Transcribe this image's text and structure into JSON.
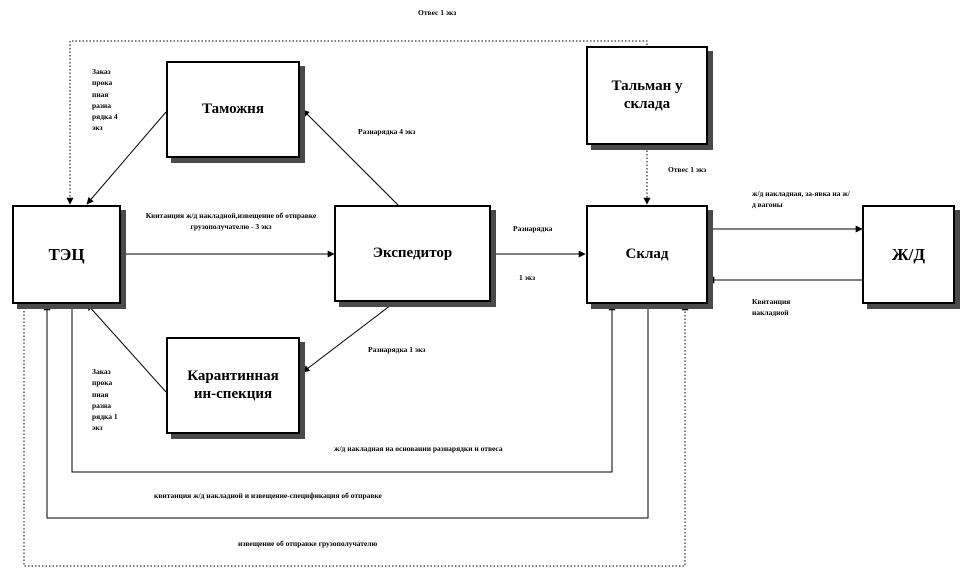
{
  "nodes": {
    "tec": "ТЭЦ",
    "customs": "Таможня",
    "expeditor": "Экспедитор",
    "quarantine": "Карантинная ин-спекция",
    "tallyman": "Тальман у склада",
    "warehouse": "Склад",
    "rail": "Ж/Д"
  },
  "labels": {
    "top_otves": "Отвес 1 экз",
    "customs_order": "Заказ прока пная разна рядка 4 экз",
    "razn_customs": "Разнарядка 4 экз",
    "invoice_tec": "Квитанция ж/д накладной,извещение об отправке грузополучателю - 3 экз",
    "otves_tallyman": "Отвес 1 экз",
    "razn_wh": "Разнарядка",
    "one_copy": "1 экз",
    "rail_invoice": "ж/д накладная, за-явка на ж/д вагоны",
    "receipt_rail": "Квитанция накладной",
    "razn_quarantine": "Разнарядка 1 экз",
    "quarantine_order": "Заказ прока пная разна рядка 1 экз",
    "wh_invoice_basis": "ж/д накладная на основании разнарядки и отвеса",
    "receipt_spec": "квитанция ж/д накладной и извещение-спецификация об отправке",
    "notice_consignee": "извещение об отправке грузополучателю"
  }
}
